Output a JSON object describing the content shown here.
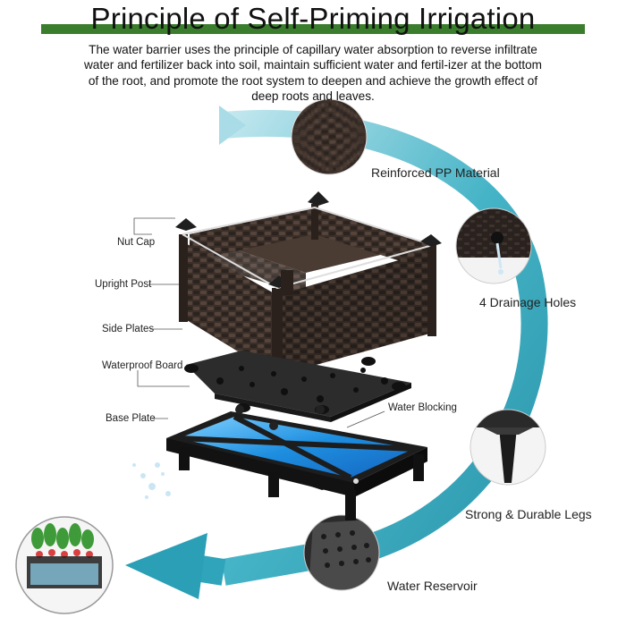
{
  "header": {
    "title": "Principle of Self-Priming Irrigation",
    "description": "The water barrier uses the principle of capillary water absorption to reverse infiltrate water and fertilizer back into soil, maintain sufficient water and fertil-izer at the bottom of the root, and promote the root system to deepen and achieve the growth effect of deep roots and leaves."
  },
  "parts": {
    "nut_cap": "Nut Cap",
    "upright_post": "Upright Post",
    "side_plates": "Side Plates",
    "waterproof_board": "Waterproof Board",
    "base_plate": "Base Plate",
    "water_blocking": "Water Blocking"
  },
  "features": {
    "reinforced_pp": "Reinforced PP Material",
    "drainage_holes": "4 Drainage Holes",
    "strong_legs": "Strong & Durable Legs",
    "water_reservoir": "Water Reservoir"
  },
  "colors": {
    "title_bar": "#3a7d2c",
    "arrow": "#2f9fb2",
    "rattan": "#3a2e28",
    "water": "#1e8fe0"
  }
}
